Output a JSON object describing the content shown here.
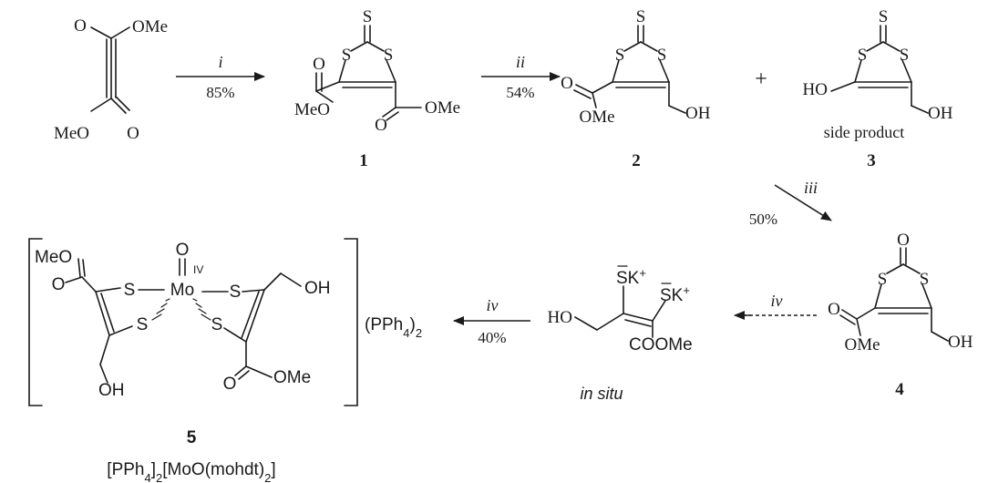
{
  "atoms": {
    "ome": "OMe",
    "meo": "MeO",
    "o": "O",
    "s": "S",
    "ho": "HO",
    "oh": "OH",
    "cooome": "COOMe",
    "sk": "SK",
    "plus_sign": "+",
    "mo": "Mo",
    "ox_state": "IV"
  },
  "reaction": {
    "step_i": {
      "label": "i",
      "yield": "85%"
    },
    "step_ii": {
      "label": "ii",
      "yield": "54%"
    },
    "step_iii": {
      "label": "iii",
      "yield": "50%"
    },
    "step_iv_a": {
      "label": "iv"
    },
    "step_iv_b": {
      "label": "iv",
      "yield": "40%"
    }
  },
  "compounds": {
    "c1": {
      "number": "1"
    },
    "c2": {
      "number": "2"
    },
    "c3": {
      "number": "3",
      "note": "side product"
    },
    "c4": {
      "number": "4"
    },
    "c5": {
      "number": "5"
    },
    "intermediate": {
      "note": "in situ"
    }
  },
  "counterion": {
    "text": "(PPh",
    "sub": "4",
    "close": ")",
    "sub2": "2"
  },
  "formula": {
    "part1": "[PPh",
    "sub1": "4",
    "part2": "]",
    "sub2": "2",
    "part3": "[MoO(mohdt)",
    "sub3": "2",
    "part4": "]"
  }
}
